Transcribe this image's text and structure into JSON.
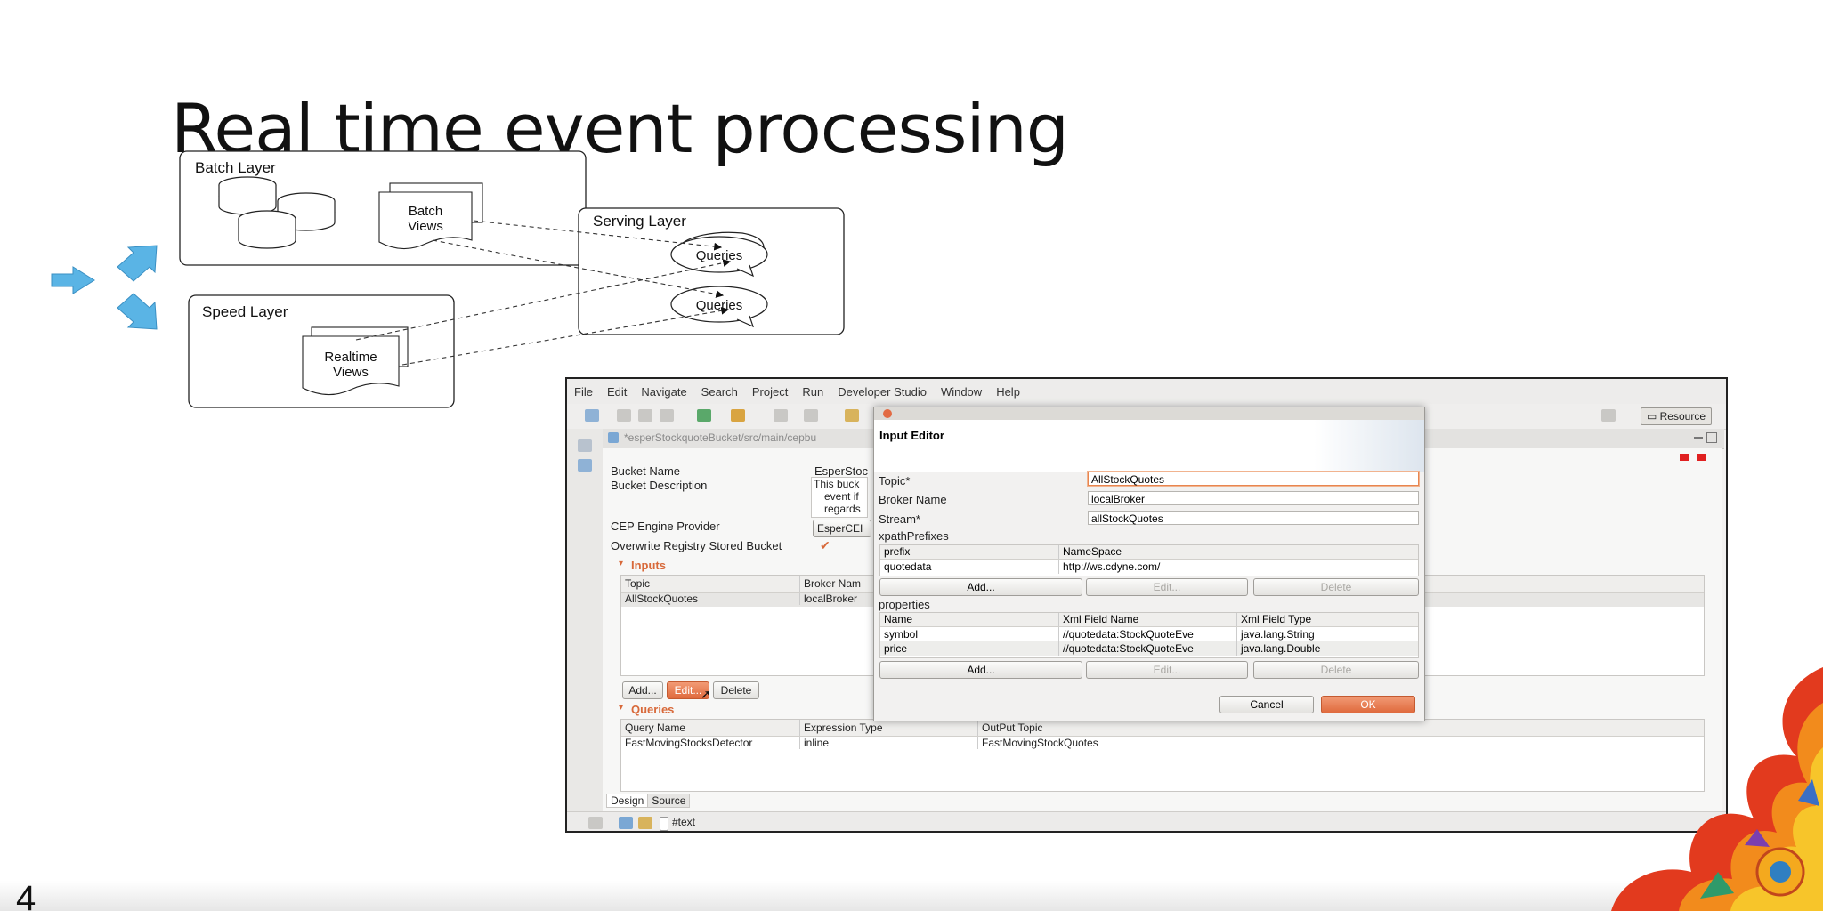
{
  "slide": {
    "title": "Real time event processing",
    "page_number": "4"
  },
  "diagram": {
    "batch_layer": "Batch Layer",
    "batch_views_line1": "Batch",
    "batch_views_line2": "Views",
    "serving_layer": "Serving Layer",
    "queries_1": "Queries",
    "queries_2": "Queries",
    "speed_layer": "Speed Layer",
    "realtime_views_line1": "Realtime",
    "realtime_views_line2": "Views",
    "arrow_color": "#4aa6dc"
  },
  "ide": {
    "menu": [
      "File",
      "Edit",
      "Navigate",
      "Search",
      "Project",
      "Run",
      "Developer Studio",
      "Window",
      "Help"
    ],
    "perspective_label": "Resource",
    "editor_tab_title": "*esperStockquoteBucket/src/main/cepbu",
    "form": {
      "bucket_name_label": "Bucket Name",
      "bucket_name_value": "EsperStoc",
      "bucket_description_label": "Bucket Description",
      "bucket_description_line1": "This buck",
      "bucket_description_line2": "event if",
      "bucket_description_line3": "regards",
      "cep_engine_label": "CEP Engine Provider",
      "cep_engine_value": "EsperCEI",
      "overwrite_label": "Overwrite Registry Stored Bucket",
      "inputs_section": "Inputs",
      "inputs_table": {
        "headers": [
          "Topic",
          "Broker Nam"
        ],
        "rows": [
          [
            "AllStockQuotes",
            "localBroker"
          ]
        ]
      },
      "inputs_buttons": {
        "add": "Add...",
        "edit": "Edit...",
        "delete": "Delete"
      },
      "queries_section": "Queries",
      "queries_table": {
        "headers": [
          "Query Name",
          "Expression Type",
          "OutPut Topic"
        ],
        "rows": [
          [
            "FastMovingStocksDetector",
            "inline",
            "FastMovingStockQuotes"
          ]
        ]
      },
      "tabs": [
        "Design",
        "Source"
      ]
    },
    "status_text": "#text",
    "accent_color": "#e06a3d"
  },
  "dialog": {
    "title": "Input Editor",
    "topic_label": "Topic*",
    "topic_value": "AllStockQuotes",
    "broker_label": "Broker Name",
    "broker_value": "localBroker",
    "stream_label": "Stream*",
    "stream_value": "allStockQuotes",
    "xpath_label": "xpathPrefixes",
    "xpath_table": {
      "headers": [
        "prefix",
        "NameSpace"
      ],
      "rows": [
        [
          "quotedata",
          "http://ws.cdyne.com/"
        ]
      ]
    },
    "xpath_buttons": {
      "add": "Add...",
      "edit": "Edit...",
      "delete": "Delete"
    },
    "properties_label": "properties",
    "properties_table": {
      "headers": [
        "Name",
        "Xml Field Name",
        "Xml Field Type"
      ],
      "rows": [
        [
          "symbol",
          "//quotedata:StockQuoteEve",
          "java.lang.String"
        ],
        [
          "price",
          "//quotedata:StockQuoteEve",
          "java.lang.Double"
        ]
      ]
    },
    "properties_buttons": {
      "add": "Add...",
      "edit": "Edit...",
      "delete": "Delete"
    },
    "cancel_button": "Cancel",
    "ok_button": "OK"
  }
}
